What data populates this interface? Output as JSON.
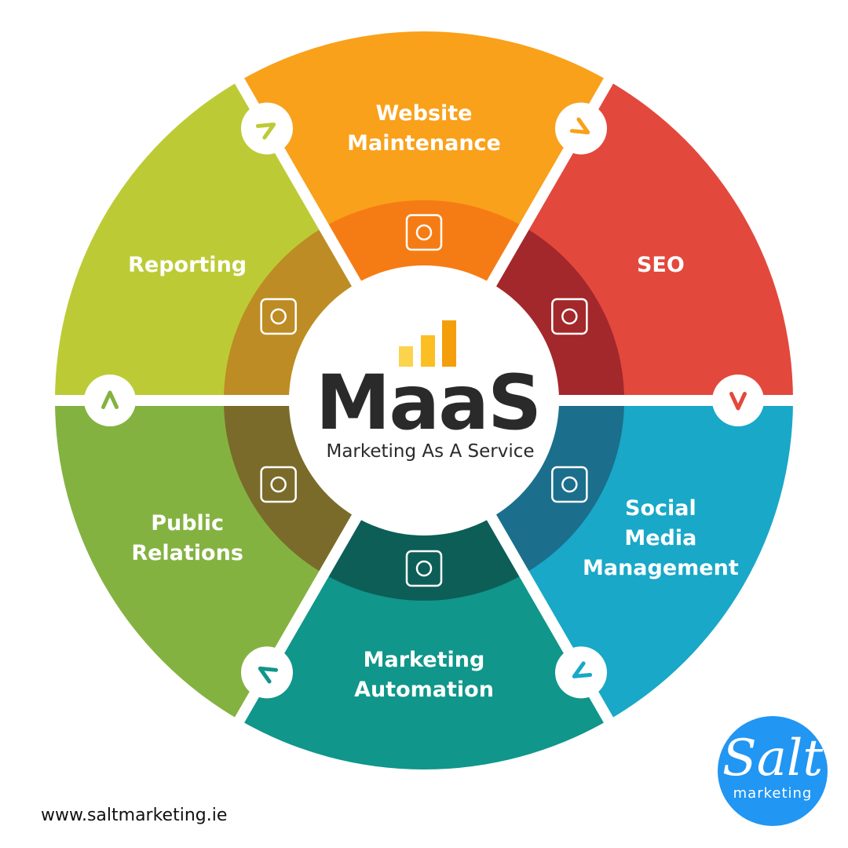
{
  "center": {
    "title": "MaaS",
    "subtitle": "Marketing As A Service"
  },
  "segments": [
    {
      "name": "website-maintenance",
      "lines": [
        "Website",
        "Maintenance"
      ],
      "icon": "website-gear-icon",
      "arrow": "chevron-down-left",
      "color": "#f9a11b",
      "inner_color": "#f57c14"
    },
    {
      "name": "seo",
      "lines": [
        "SEO"
      ],
      "icon": "magnifier-chart-icon",
      "arrow": "chevron-down",
      "color": "#e3483c",
      "inner_color": "#a3282b"
    },
    {
      "name": "social-media-management",
      "lines": [
        "Social",
        "Media",
        "Management"
      ],
      "icon": "phone-social-icon",
      "arrow": "chevron-down-right",
      "color": "#19a8c7",
      "inner_color": "#1b6f8c"
    },
    {
      "name": "marketing-automation",
      "lines": [
        "Marketing",
        "Automation"
      ],
      "icon": "megaphone-gear-icon",
      "arrow": "chevron-up-left",
      "color": "#10968a",
      "inner_color": "#0d5e57"
    },
    {
      "name": "public-relations",
      "lines": [
        "Public",
        "Relations"
      ],
      "icon": "megaphone-icon",
      "arrow": "chevron-up",
      "color": "#84b241",
      "inner_color": "#7a6b2a"
    },
    {
      "name": "reporting",
      "lines": [
        "Reporting"
      ],
      "icon": "report-chart-icon",
      "arrow": "chevron-up-right",
      "color": "#bccb35",
      "inner_color": "#bd8c24"
    }
  ],
  "footer": {
    "url": "www.saltmarketing.ie",
    "logo_word": "Salt",
    "logo_sub": "marketing"
  },
  "colors": {
    "bars": [
      "#fcd34d",
      "#fbbf24",
      "#f59e0b"
    ],
    "logo": "#2196f3",
    "text_dark": "#2a2a2a"
  }
}
